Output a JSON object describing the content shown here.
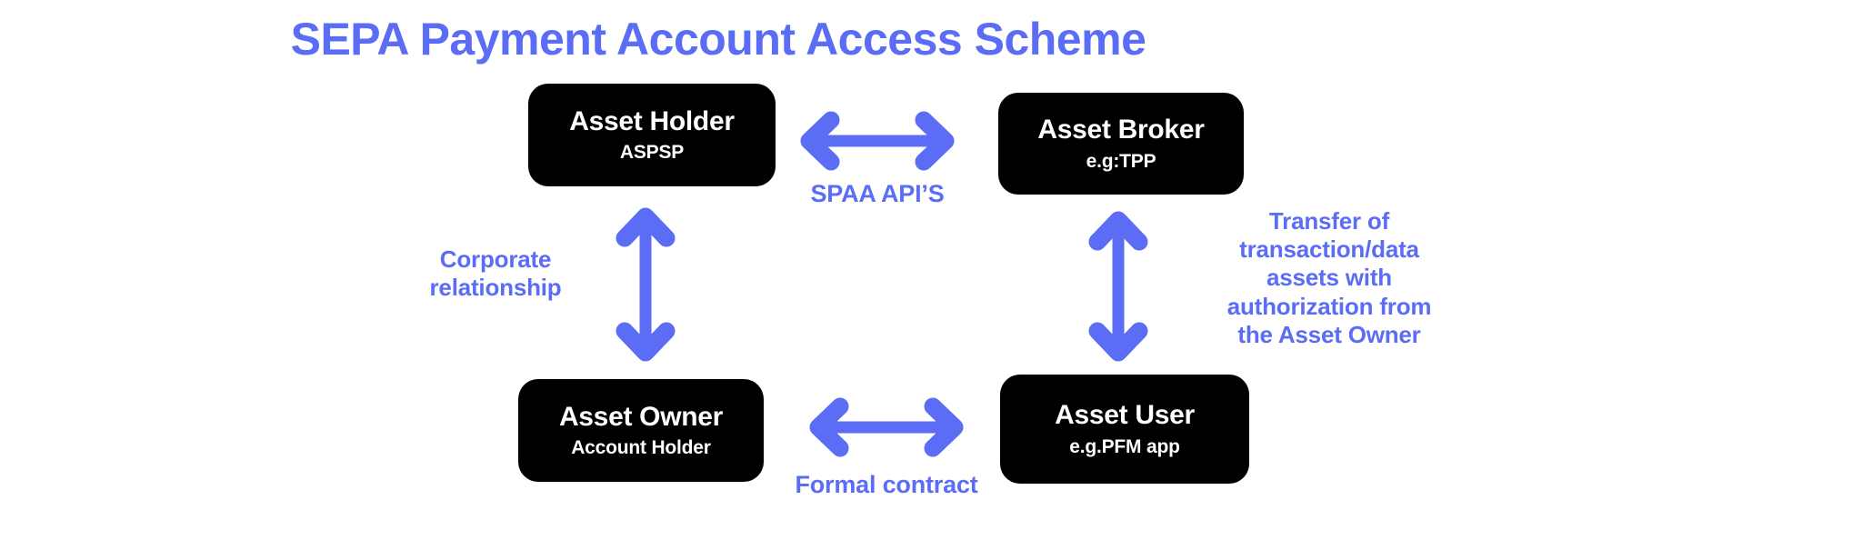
{
  "page": {
    "title": "SEPA Payment Account Access Scheme",
    "background_color": "#ffffff",
    "accent_color": "#5b6cf5",
    "node_color": "#000000",
    "node_text_color": "#ffffff"
  },
  "nodes": [
    {
      "id": "asset-holder",
      "title": "Asset Holder",
      "subtitle": "ASPSP"
    },
    {
      "id": "asset-broker",
      "title": "Asset Broker",
      "subtitle": "e.g:TPP"
    },
    {
      "id": "asset-owner",
      "title": "Asset Owner",
      "subtitle": "Account Holder"
    },
    {
      "id": "asset-user",
      "title": "Asset User",
      "subtitle": "e.g.PFM app"
    }
  ],
  "edges": [
    {
      "id": "holder-broker",
      "from": "asset-holder",
      "to": "asset-broker",
      "direction": "bidirectional",
      "orientation": "horizontal",
      "label": "SPAA API’S"
    },
    {
      "id": "holder-owner",
      "from": "asset-holder",
      "to": "asset-owner",
      "direction": "bidirectional",
      "orientation": "vertical",
      "label_lines": [
        "Corporate",
        "relationship"
      ]
    },
    {
      "id": "owner-user",
      "from": "asset-owner",
      "to": "asset-user",
      "direction": "bidirectional",
      "orientation": "horizontal",
      "label": "Formal contract"
    },
    {
      "id": "broker-user",
      "from": "asset-broker",
      "to": "asset-user",
      "direction": "bidirectional",
      "orientation": "vertical",
      "label_lines": [
        "Transfer of",
        "transaction/data",
        "assets with",
        "authorization from",
        "the Asset Owner"
      ]
    }
  ],
  "icons": {
    "arrow_horizontal": "double-headed-horizontal-arrow-icon",
    "arrow_vertical": "double-headed-vertical-arrow-icon"
  }
}
